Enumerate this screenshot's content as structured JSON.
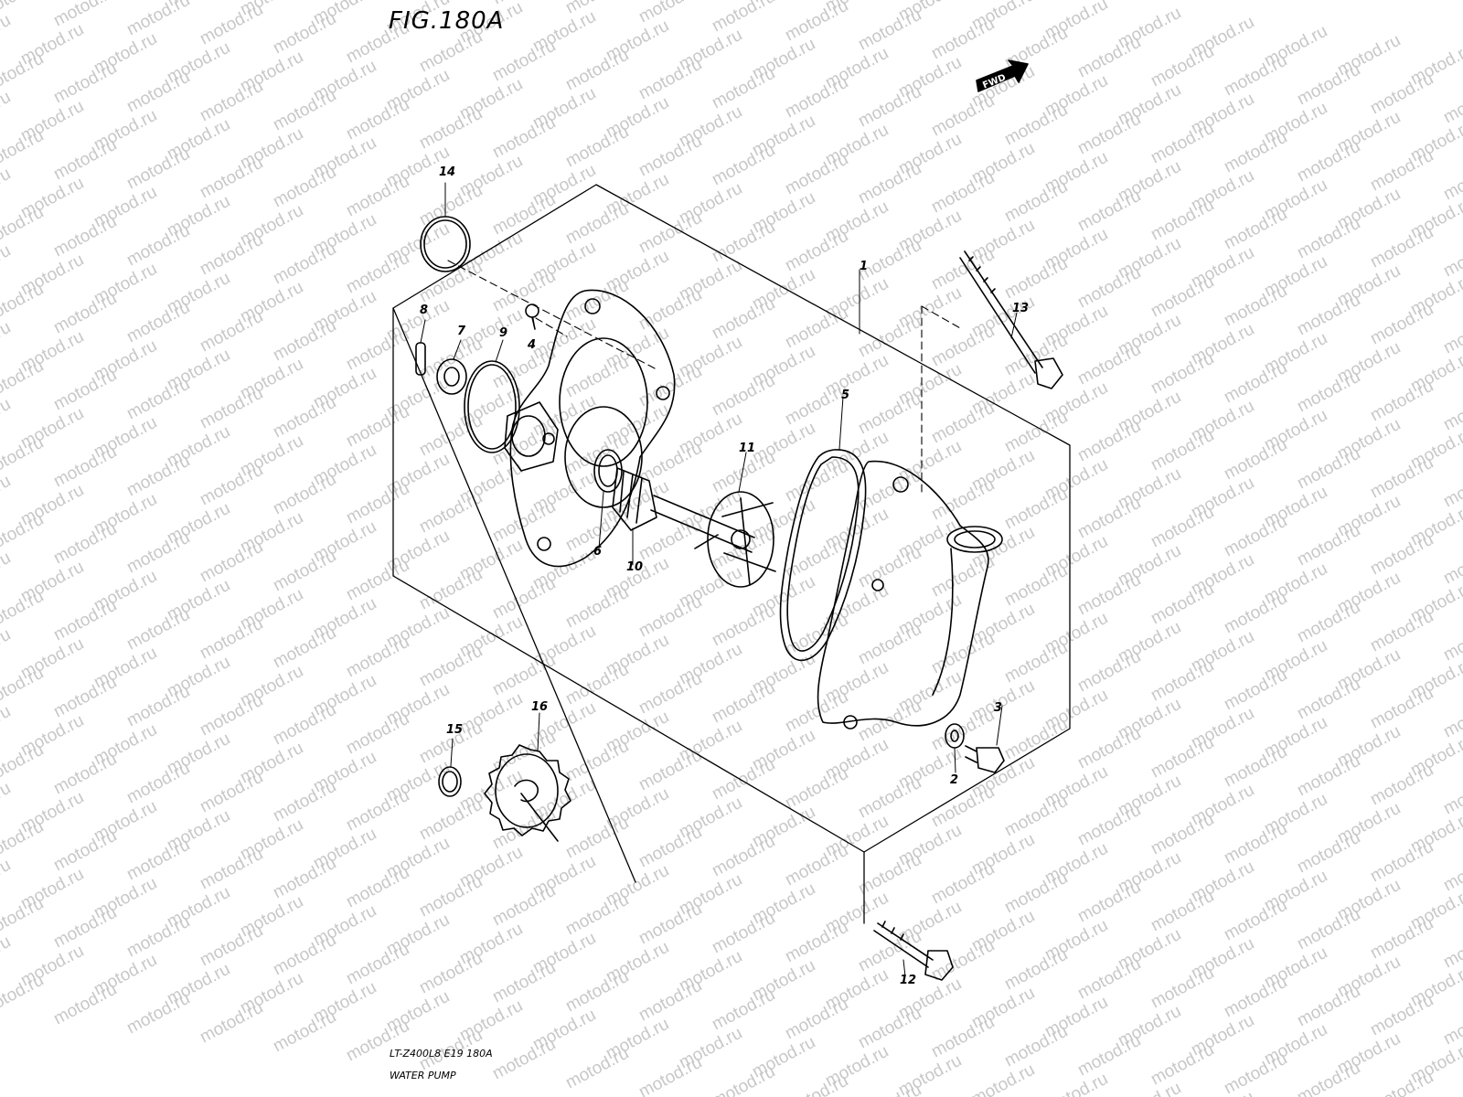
{
  "figure": {
    "number": "FIG.180A",
    "model_code": "LT-Z400L8  E19  180A",
    "name": "WATER PUMP",
    "direction_marker": "FWD"
  },
  "watermark": "motod.ru",
  "callouts": [
    "1",
    "2",
    "3",
    "4",
    "5",
    "6",
    "7",
    "8",
    "9",
    "10",
    "11",
    "12",
    "13",
    "14",
    "15",
    "16"
  ]
}
